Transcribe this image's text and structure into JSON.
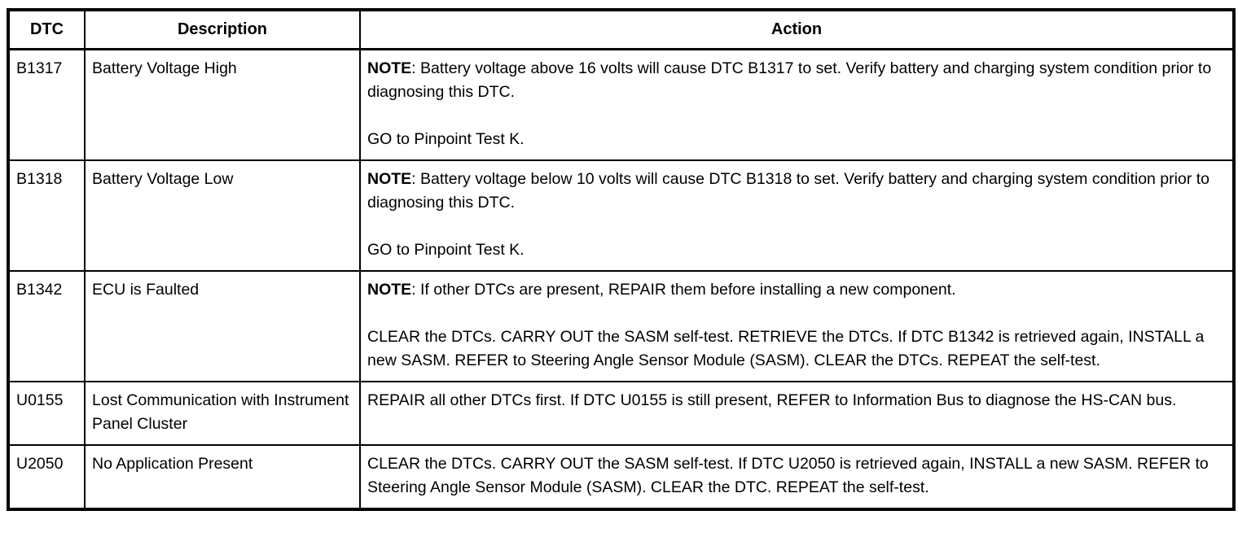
{
  "table": {
    "headers": {
      "dtc": "DTC",
      "description": "Description",
      "action": "Action"
    },
    "rows": [
      {
        "dtc": "B1317",
        "description": "Battery Voltage High",
        "note_label": "NOTE",
        "note_text": ": Battery voltage above 16 volts will cause DTC B1317 to set. Verify battery and charging system condition prior to diagnosing this DTC.",
        "para2": "GO to Pinpoint Test K."
      },
      {
        "dtc": "B1318",
        "description": "Battery Voltage Low",
        "note_label": "NOTE",
        "note_text": ": Battery voltage below 10 volts will cause DTC B1318 to set. Verify battery and charging system condition prior to diagnosing this DTC.",
        "para2": "GO to Pinpoint Test K."
      },
      {
        "dtc": "B1342",
        "description": "ECU is Faulted",
        "note_label": "NOTE",
        "note_text": ": If other DTCs are present, REPAIR them before installing a new component.",
        "para2": "CLEAR the DTCs. CARRY OUT the SASM self-test. RETRIEVE the DTCs. If DTC B1342 is retrieved again, INSTALL a new SASM. REFER to Steering Angle Sensor Module (SASM). CLEAR the DTCs. REPEAT the self-test."
      },
      {
        "dtc": "U0155",
        "description": "Lost Communication with Instrument Panel Cluster",
        "para1": "REPAIR all other DTCs first. If DTC U0155 is still present, REFER to Information Bus to diagnose the HS-CAN bus."
      },
      {
        "dtc": "U2050",
        "description": "No Application Present",
        "para1": "CLEAR the DTCs. CARRY OUT the SASM self-test. If DTC U2050 is retrieved again, INSTALL a new SASM. REFER to Steering Angle Sensor Module (SASM). CLEAR the DTC. REPEAT the self-test."
      }
    ]
  },
  "colors": {
    "border": "#000000",
    "background": "#ffffff",
    "text": "#000000"
  }
}
